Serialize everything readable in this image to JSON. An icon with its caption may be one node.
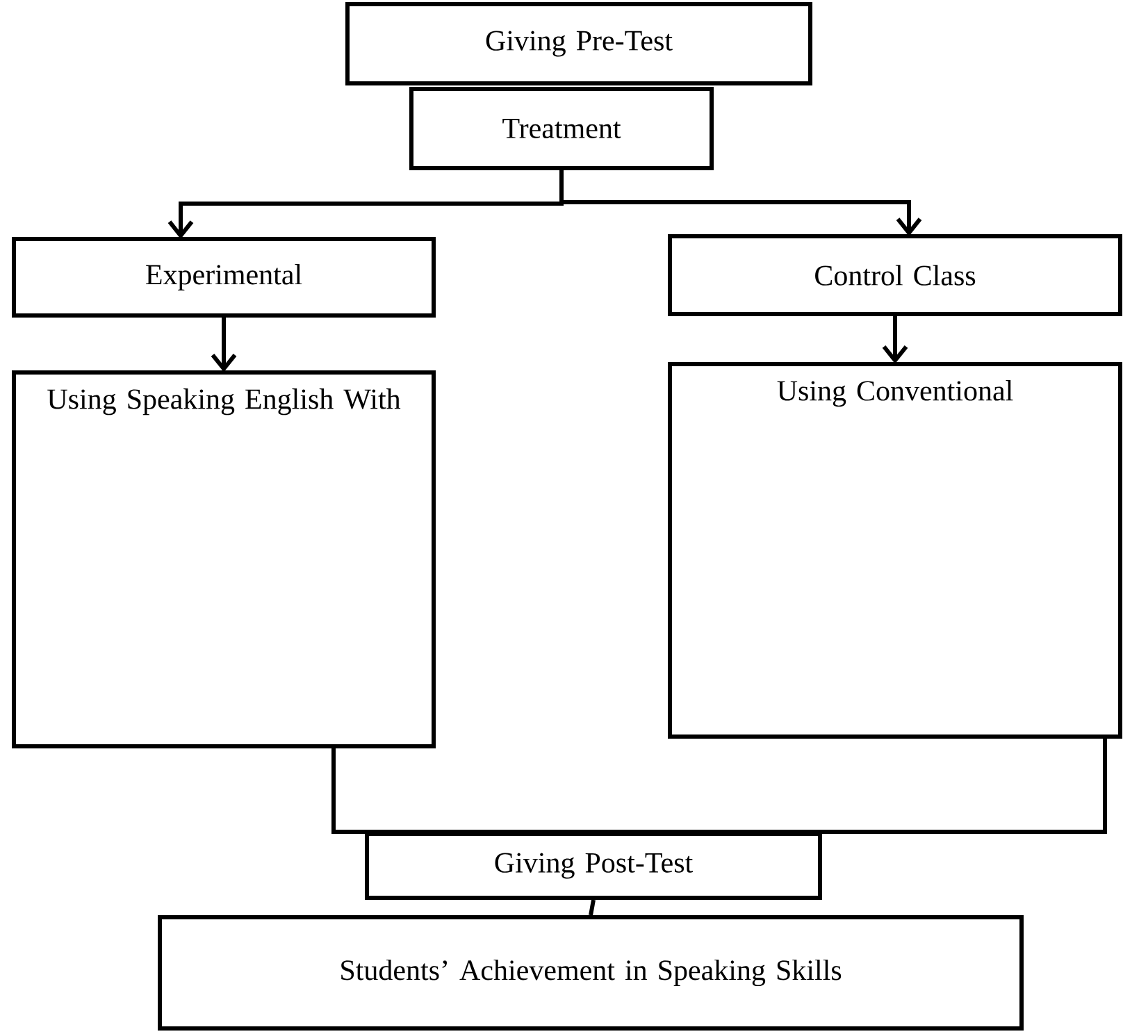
{
  "diagram": {
    "nodes": [
      {
        "text": [
          "Giving Pre-Test"
        ]
      },
      {
        "text": [
          "Treatment"
        ]
      },
      {
        "text": [
          "Experimental"
        ]
      },
      {
        "text": [
          "Control Class"
        ]
      },
      {
        "text": [
          "Using Speaking English With"
        ]
      },
      {
        "text": [
          "Using Conventional"
        ]
      },
      {
        "text": [
          "Giving Post-Test"
        ]
      },
      {
        "text": [
          "Students’ Achievement in Speaking Skills"
        ]
      }
    ],
    "edges": [
      {
        "from": 1,
        "to": 2,
        "arrow": "to"
      },
      {
        "from": 1,
        "to": 3,
        "arrow": "to"
      },
      {
        "from": 2,
        "to": 4,
        "arrow": "to"
      },
      {
        "from": 3,
        "to": 5,
        "arrow": "to"
      },
      {
        "from": 4,
        "to": 6,
        "arrow": "none"
      },
      {
        "from": 5,
        "to": 6,
        "arrow": "none"
      },
      {
        "from": 6,
        "to": 7,
        "arrow": "none"
      }
    ]
  }
}
